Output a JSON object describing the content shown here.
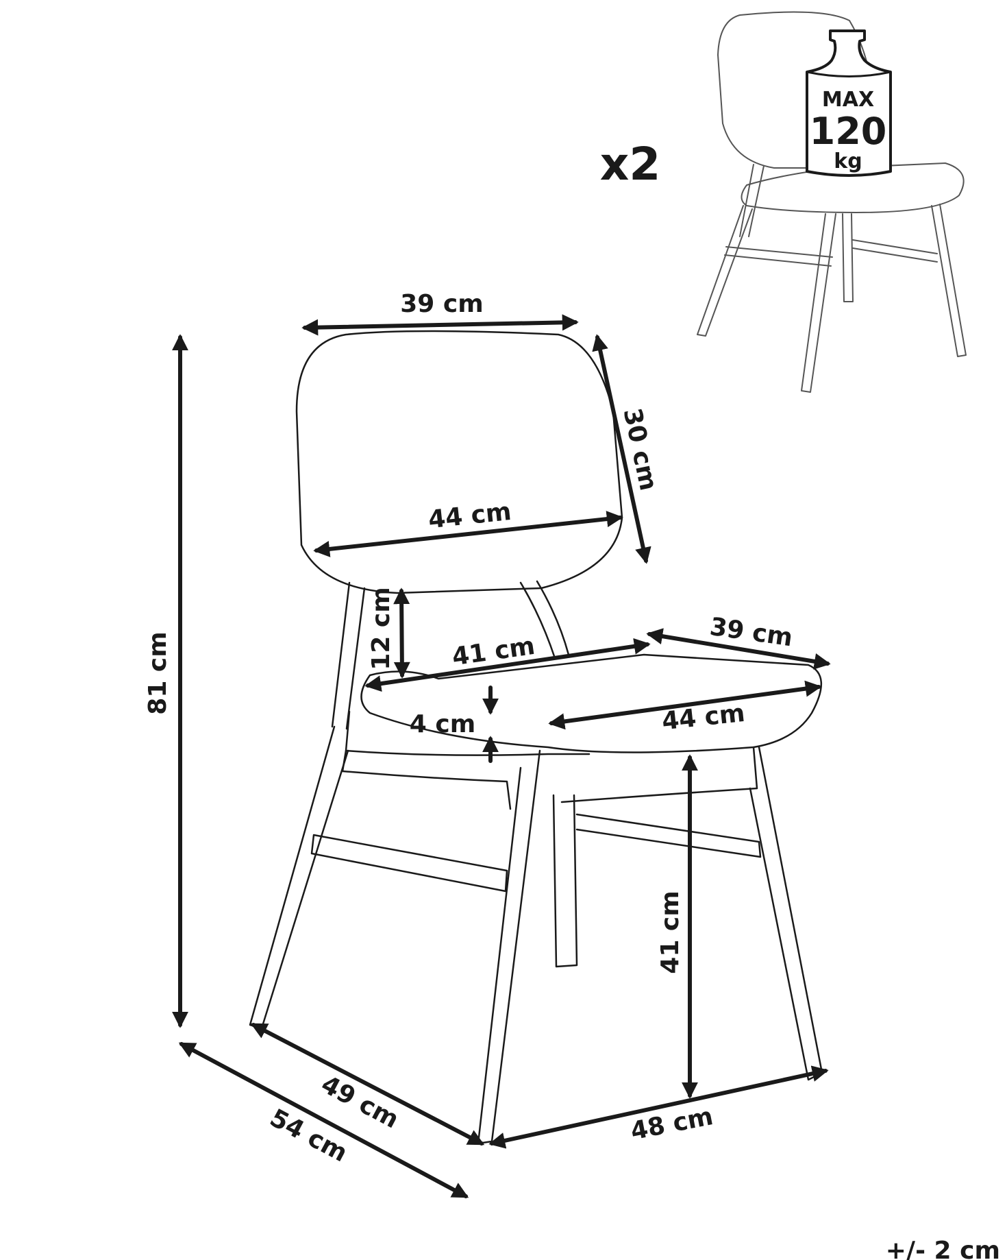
{
  "quantity": "x2",
  "max_load": {
    "line1": "MAX",
    "line2": "120",
    "line3": "kg"
  },
  "dimensions": {
    "backrest_top_width": "39 cm",
    "backrest_height": "30 cm",
    "backrest_width": "44 cm",
    "backrest_gap": "12 cm",
    "seat_depth": "41 cm",
    "seat_back_width": "39 cm",
    "seat_thickness": "4 cm",
    "seat_width": "44 cm",
    "total_height": "81 cm",
    "seat_height": "41 cm",
    "footprint_depth": "49 cm",
    "overall_depth": "54 cm",
    "footprint_width": "48 cm"
  },
  "tolerance": "+/- 2 cm"
}
